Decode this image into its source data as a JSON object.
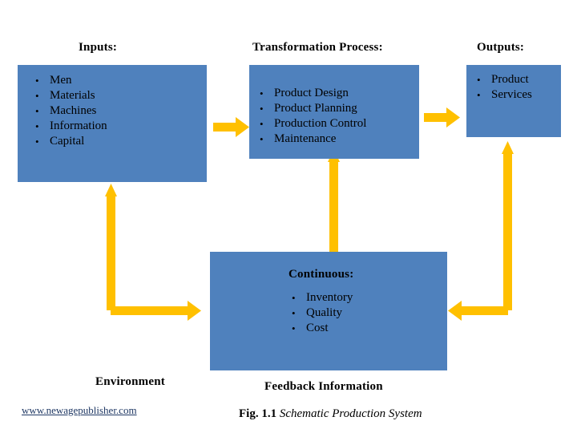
{
  "diagram": {
    "colors": {
      "box_fill": "#4f81bd",
      "arrow": "#ffc000",
      "text": "#000000",
      "link": "#1f3864"
    },
    "inputs": {
      "title": "Inputs:",
      "items": [
        "Men",
        "Materials",
        "Machines",
        "Information",
        "Capital"
      ]
    },
    "transformation": {
      "title": "Transformation Process:",
      "items": [
        "Product Design",
        "Product Planning",
        "Production Control",
        "Maintenance"
      ]
    },
    "outputs": {
      "title": "Outputs:",
      "items": [
        "Product",
        "Services"
      ]
    },
    "continuous": {
      "title": "Continuous:",
      "items": [
        "Inventory",
        "Quality",
        "Cost"
      ]
    },
    "labels": {
      "environment": "Environment",
      "feedback": "Feedback Information"
    },
    "figure": {
      "number": "Fig. 1.1",
      "title": "Schematic Production System"
    },
    "footer": {
      "url": "www.newagepublisher.com"
    }
  }
}
